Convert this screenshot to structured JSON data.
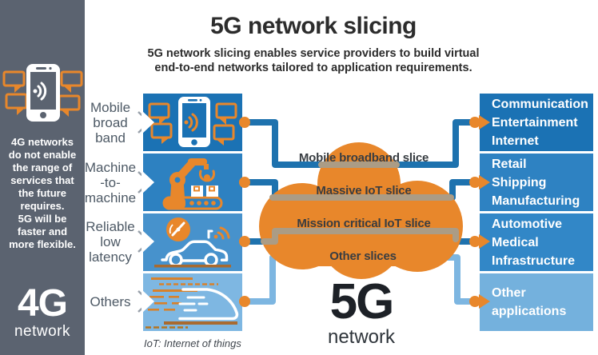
{
  "header": {
    "title": "5G network slicing",
    "subtitle": "5G network slicing enables service providers to build virtual\nend-to-end networks tailored to application requirements."
  },
  "sidebar": {
    "icon": "smartphone-chat-bubbles-icon",
    "description": "4G networks\ndo not enable\nthe range of\nservices that\nthe future\nrequires.\n5G will be\nfaster and\nmore flexible.",
    "brand_big": "4G",
    "brand_small": "network"
  },
  "left_categories": [
    {
      "label": "Mobile\nbroad\nband",
      "icon": "smartphone-chat-bubbles-icon"
    },
    {
      "label": "Machine\n-to-\nmachine",
      "icon": "robot-arm-conveyor-icon"
    },
    {
      "label": "Reliable\nlow\nlatency",
      "icon": "connected-car-icon"
    },
    {
      "label": "Others",
      "icon": "high-speed-train-icon"
    }
  ],
  "slices": [
    "Mobile broadband slice",
    "Massive IoT slice",
    "Mission critical IoT slice",
    "Other slices"
  ],
  "right_applications": [
    {
      "label": "Communication\nEntertainment\nInternet"
    },
    {
      "label": "Retail\nShipping\nManufacturing"
    },
    {
      "label": "Automotive\nMedical\nInfrastructure"
    },
    {
      "label": "Other\napplications"
    }
  ],
  "center_network": {
    "big": "5G",
    "small": "network"
  },
  "footnote": "IoT: Internet of things",
  "colors": {
    "accent_orange": "#e8872b",
    "dark_blue": "#1b72b4",
    "medium_blue": "#2e82c2",
    "light_blue": "#7db6e1",
    "sidebar_gray": "#5b6370",
    "muted_line_on_cloud": "#ab9c85",
    "ground_brown": "#a96a2f",
    "text_dark": "#2c2c2c"
  }
}
